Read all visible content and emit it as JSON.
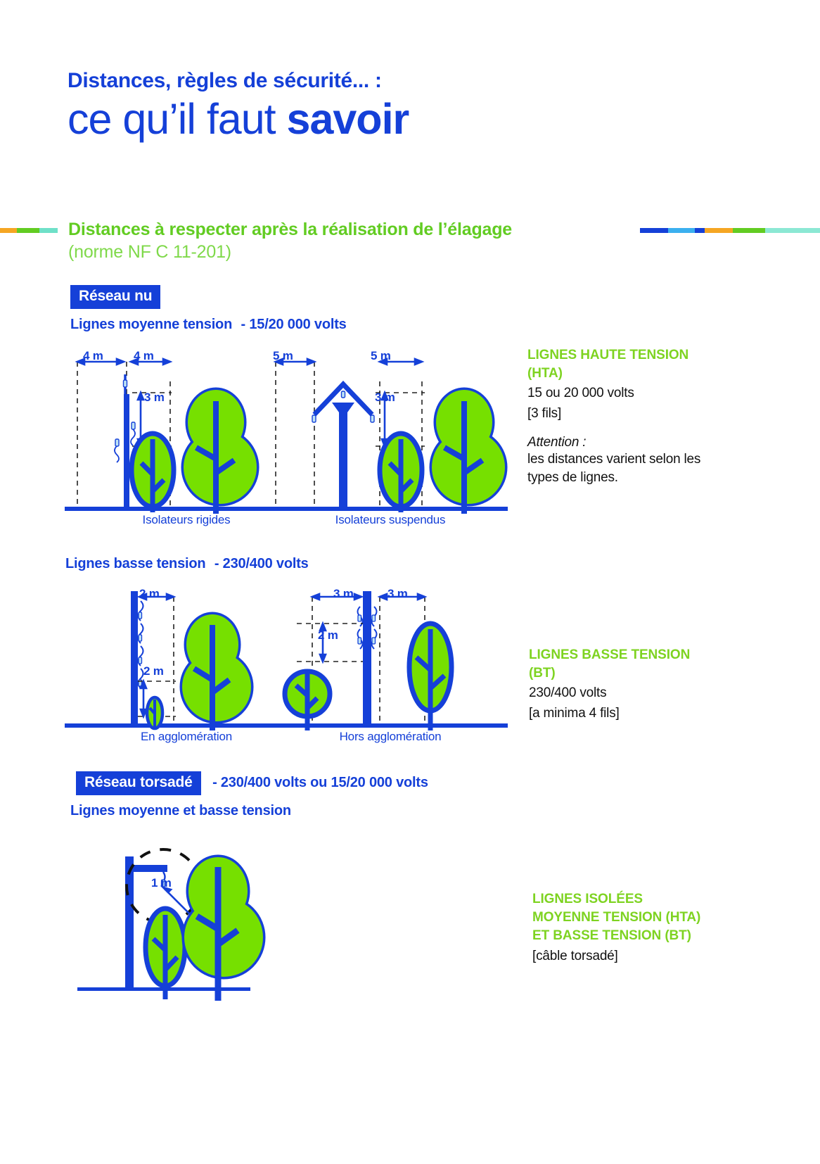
{
  "title": {
    "kicker": "Distances, règles de sécurité... :",
    "main_light": "ce qu’il faut ",
    "main_bold": "savoir"
  },
  "section": {
    "heading": "Distances à respecter après la réalisation de l’élagage",
    "subheading": "(norme NF C 11-201)",
    "rule_colors_left": [
      "#f5a623",
      "#62cc22",
      "#6fe0c8"
    ],
    "rule_colors_right": [
      "#1540d8",
      "#3bb0ef",
      "#1540d8",
      "#f5a623",
      "#62cc22",
      "#8ce8d4"
    ],
    "accent_green": "#62cc22",
    "accent_blue": "#1540d8",
    "accent_orange": "#f5a623"
  },
  "blocks": [
    {
      "badge": "Réseau nu",
      "sub_head_label": "Lignes moyenne tension",
      "sub_head_volt": "- 15/20 000 volts",
      "captions": [
        "Isolateurs rigides",
        "Isolateurs suspendus"
      ],
      "dims": [
        "4 m",
        "4 m",
        "3 m",
        "5 m",
        "5 m",
        "3 m"
      ],
      "note_title": "LIGNES HAUTE TENSION (HTA)",
      "note_line1": "15 ou 20 000 volts",
      "note_line2": "[3 fils]",
      "note_warn": "Attention :",
      "note_warn_body": "les distances varient selon les types de lignes."
    },
    {
      "sub_head_label": "Lignes basse tension",
      "sub_head_volt": "- 230/400 volts",
      "captions": [
        "En agglomération",
        "Hors agglomération"
      ],
      "dims": [
        "2 m",
        "2 m",
        "3 m",
        "3 m",
        "2 m"
      ],
      "note_title": "LIGNES BASSE TENSION (BT)",
      "note_line1": "230/400 volts",
      "note_line2": "[a minima 4 fils]"
    },
    {
      "badge": "Réseau torsadé",
      "badge_volt": "- 230/400 volts ou 15/20 000 volts",
      "sub_head_label": "Lignes moyenne et basse tension",
      "dims": [
        "1 m"
      ],
      "note_title": "LIGNES ISOLÉES MOYENNE TENSION (HTA) ET BASSE TENSION (BT)",
      "note_line1": "[câble torsadé]"
    }
  ],
  "colors": {
    "blue": "#1540d8",
    "leaf_green": "#7ed321",
    "leaf_green_bright": "#76e000",
    "orange": "#f5a623",
    "white": "#ffffff",
    "black": "#111111"
  }
}
